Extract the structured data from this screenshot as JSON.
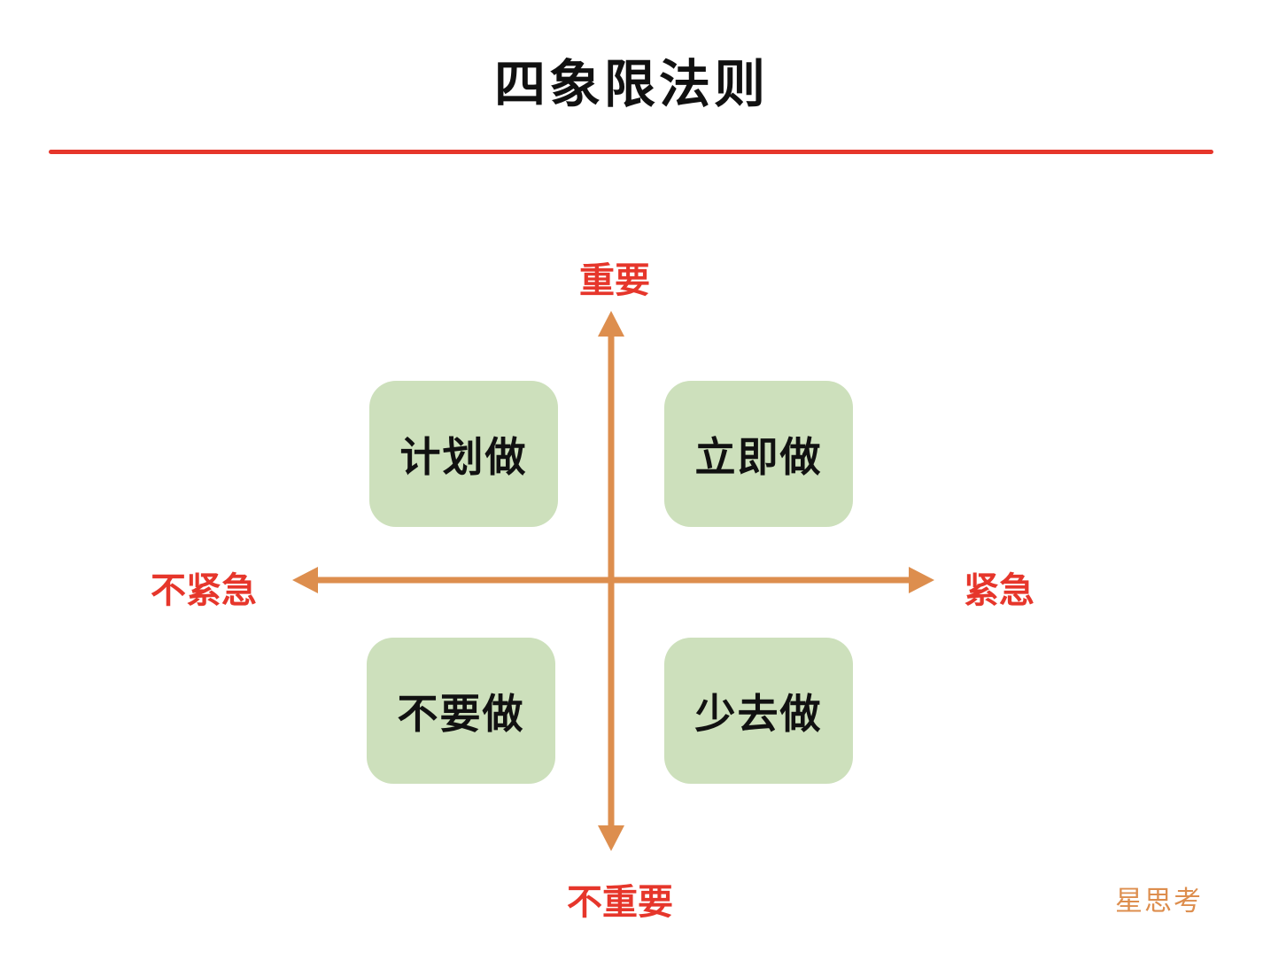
{
  "title": "四象限法则",
  "axes": {
    "top_label": "重要",
    "bottom_label": "不重要",
    "left_label": "不紧急",
    "right_label": "紧急"
  },
  "quadrants": {
    "top_left": "计划做",
    "top_right": "立即做",
    "bottom_left": "不要做",
    "bottom_right": "少去做"
  },
  "watermark": "星思考",
  "colors": {
    "accent-red": "#e6362b",
    "axis-orange": "#dd8e4e",
    "quadrant-green": "#cde0bc",
    "title-black": "#111111"
  }
}
